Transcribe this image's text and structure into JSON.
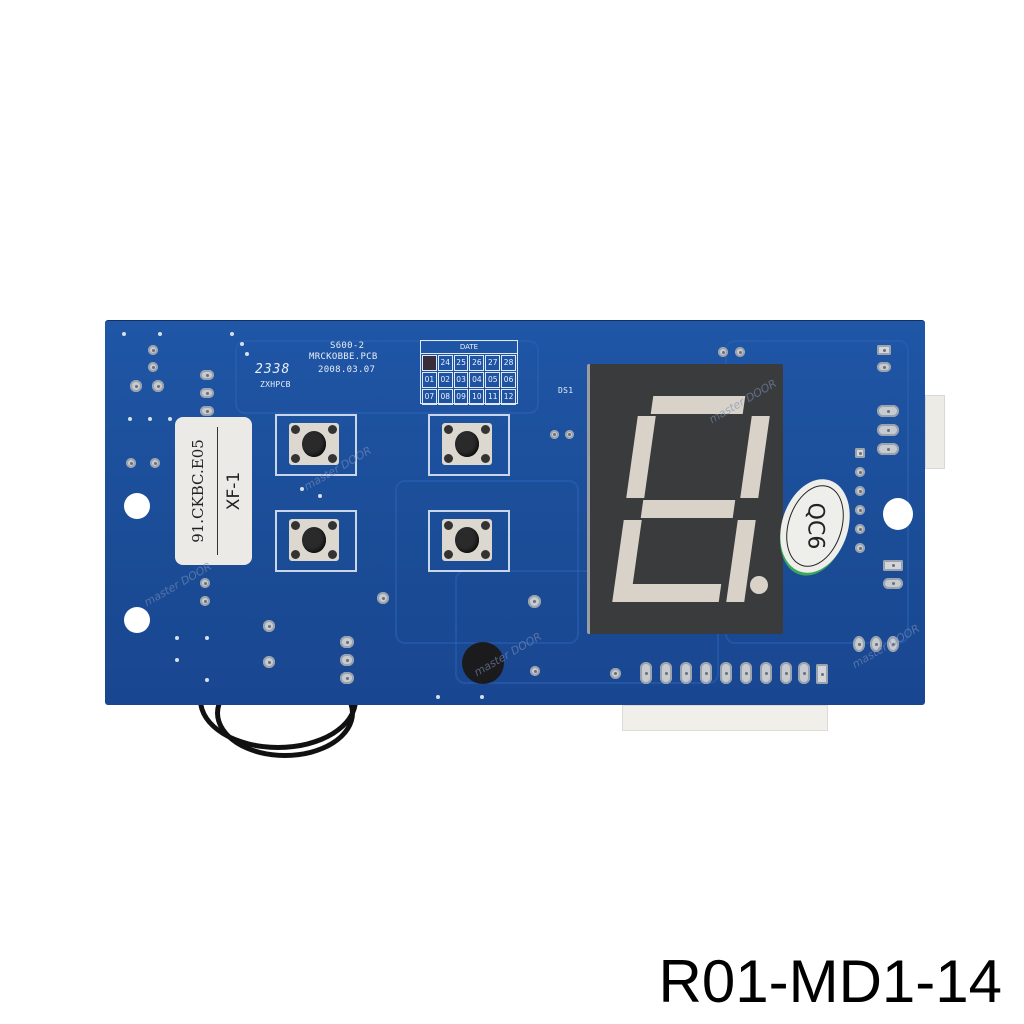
{
  "image": {
    "subject": "Blue PCB elevator floor display board with 7-segment LED and four tact switches",
    "background_color": "#ffffff",
    "pcb_color": "#1c4f9c"
  },
  "silkscreen": {
    "board_model": "S600-2",
    "pcb_file": "MRCKOBBE.PCB",
    "date_code": "2008.03.07",
    "number": "2338",
    "maker": "ZXHPCB",
    "display_ref": "DS1"
  },
  "date_grid": {
    "header": "DATE",
    "cells": [
      "",
      "24",
      "25",
      "26",
      "27",
      "28",
      "01",
      "02",
      "03",
      "04",
      "05",
      "06",
      "07",
      "08",
      "09",
      "10",
      "11",
      "12"
    ],
    "marked_index": 0
  },
  "label_sticker": {
    "part_number": "91.CKBC.E05",
    "model": "XF-1"
  },
  "qc_sticker": {
    "text": "QC6"
  },
  "display": {
    "type": "7-segment",
    "shown_digit": "8",
    "decimal_point": true
  },
  "switches": {
    "count": 4
  },
  "watermark": {
    "text": "master DOOR"
  },
  "product_code": "R01-MD1-14"
}
